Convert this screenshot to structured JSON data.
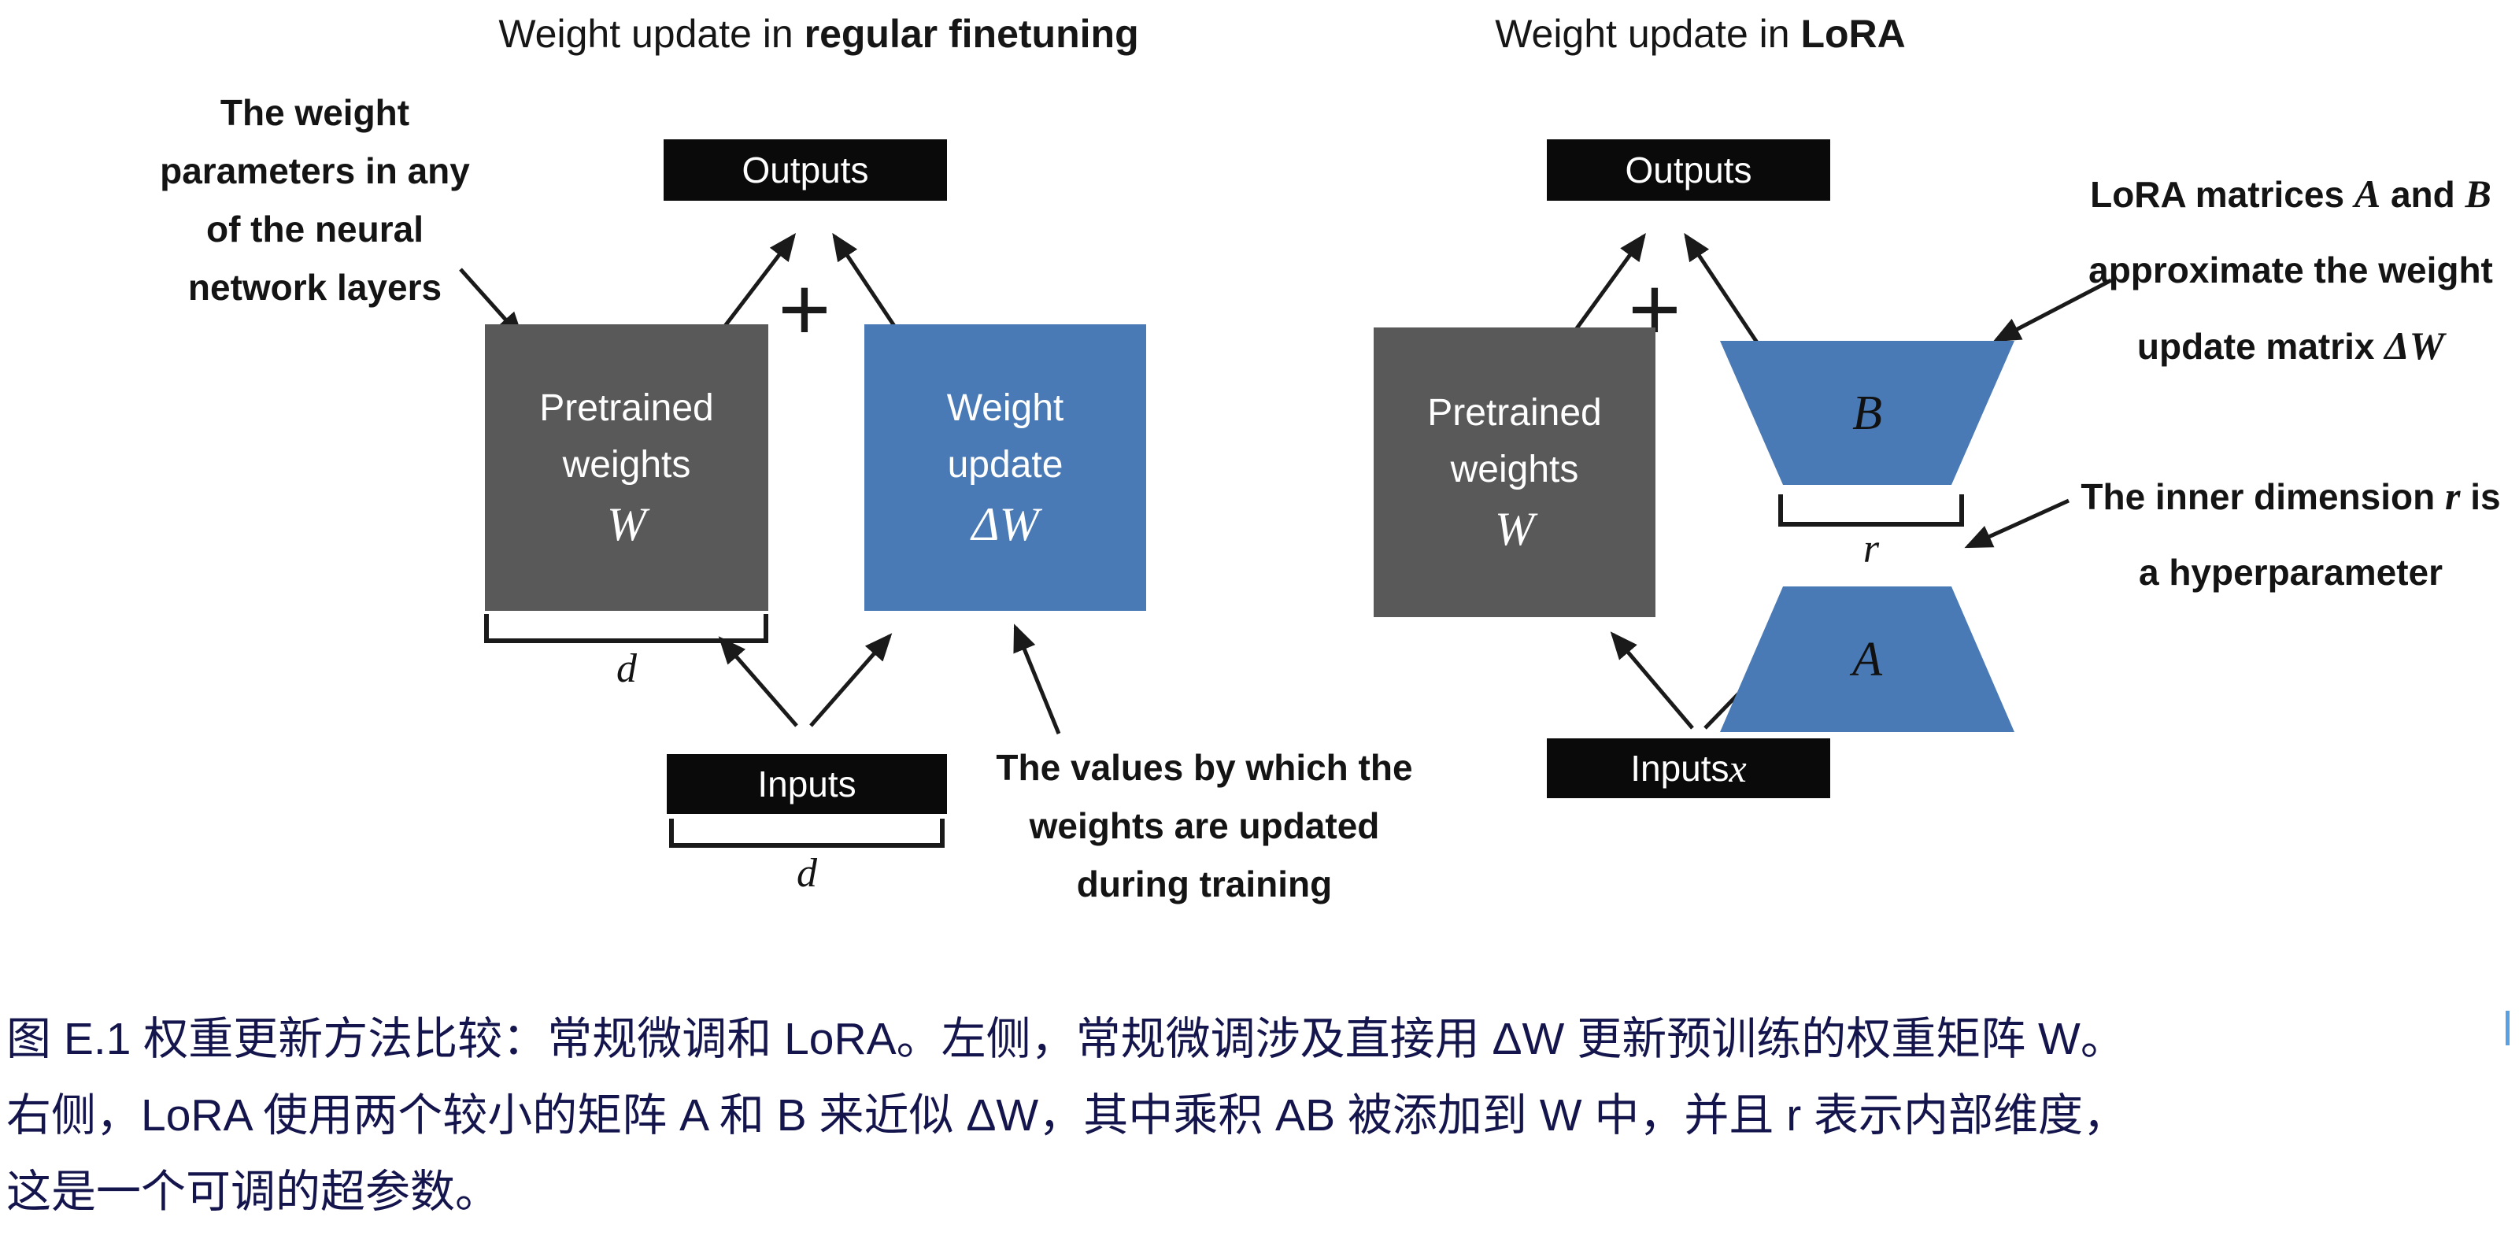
{
  "colors": {
    "box_black": "#0a0a0a",
    "box_gray": "#595959",
    "box_blue": "#4a7ab5",
    "caption_text": "#15154d",
    "cursor_artifact": "#58a0e2"
  },
  "left_panel": {
    "title": {
      "prefix": "Weight update in ",
      "emphasis": "regular finetuning"
    },
    "weights_annotation": {
      "lines": [
        "The weight",
        "parameters in any",
        "of the neural",
        "network layers"
      ]
    },
    "outputs_box": {
      "label": "Outputs"
    },
    "plus_sign": "+",
    "pretrained_box": {
      "line1": "Pretrained",
      "line2": "weights",
      "symbol": "W"
    },
    "update_box": {
      "line1": "Weight",
      "line2": "update",
      "symbol": "ΔW"
    },
    "pretrained_dim_label": "d",
    "inputs_box": {
      "label": "Inputs"
    },
    "inputs_dim_label": "d",
    "values_annotation": {
      "lines": [
        "The values by which the",
        "weights are updated",
        "during training"
      ]
    }
  },
  "right_panel": {
    "title": {
      "prefix": "Weight update in ",
      "emphasis": "LoRA"
    },
    "outputs_box": {
      "label": "Outputs"
    },
    "plus_sign": "+",
    "pretrained_box": {
      "line1": "Pretrained",
      "line2": "weights",
      "symbol": "W"
    },
    "matrix_b": {
      "label": "B"
    },
    "rank_label": "r",
    "matrix_a": {
      "label": "A"
    },
    "inputs_box": {
      "label": "Inputs ",
      "symbol": "x"
    },
    "lora_annotation": {
      "l1_prefix": "LoRA matrices ",
      "l1_sym_a": "A",
      "l1_and": " and ",
      "l1_sym_b": "B",
      "l2": "approximate the weight",
      "l3_prefix": "update matrix ",
      "l3_symbol": "ΔW"
    },
    "rank_annotation": {
      "l1_prefix": "The inner dimension ",
      "l1_symbol": "r",
      "l1_suffix": " is",
      "l2": "a hyperparameter"
    }
  },
  "caption": {
    "line1": "图 E.1 权重更新方法比较：常规微调和 LoRA。左侧，常规微调涉及直接用 ΔW 更新预训练的权重矩阵 W。",
    "line2": "右侧，LoRA 使用两个较小的矩阵 A 和 B 来近似 ΔW，其中乘积 AB 被添加到 W 中，并且 r 表示内部维度，",
    "line3": "这是一个可调的超参数。"
  }
}
